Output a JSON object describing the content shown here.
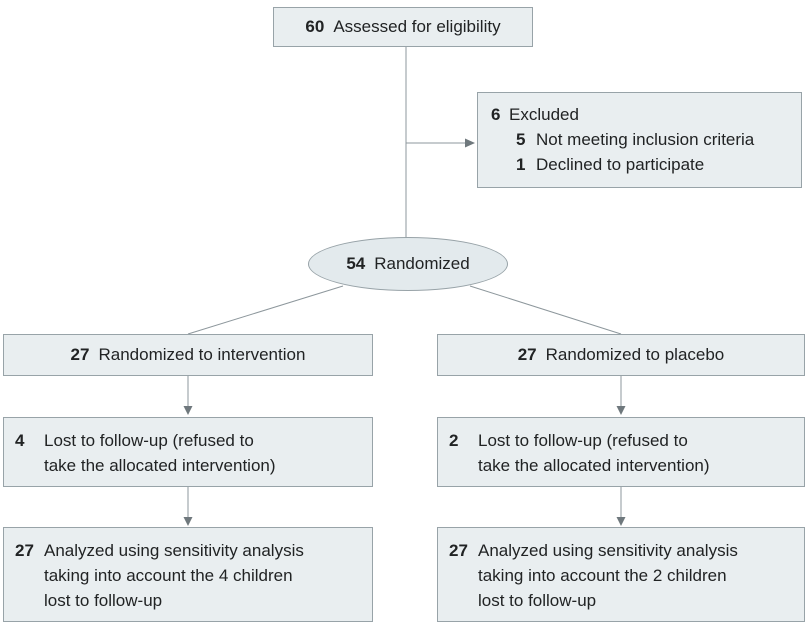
{
  "colors": {
    "box_fill": "#e9eef0",
    "ellipse_fill": "#e3eaed",
    "box_border": "#98a3a8",
    "connector_line": "#8d979c",
    "arrowhead": "#6f787d",
    "text": "#212324"
  },
  "nodes": {
    "assessed": {
      "num": "60",
      "label": "Assessed for eligibility"
    },
    "excluded": {
      "num": "6",
      "label": "Excluded",
      "reasons": [
        {
          "num": "5",
          "label": "Not meeting inclusion criteria"
        },
        {
          "num": "1",
          "label": "Declined to participate"
        }
      ]
    },
    "randomized": {
      "num": "54",
      "label": "Randomized"
    },
    "intervention": {
      "allocated": {
        "num": "27",
        "label": "Randomized to intervention"
      },
      "lost": {
        "num": "4",
        "lines": [
          "Lost to follow-up (refused to",
          "take the allocated intervention)"
        ]
      },
      "analyzed": {
        "num": "27",
        "lines": [
          "Analyzed using sensitivity analysis",
          "taking into account the 4 children",
          "lost to follow-up"
        ]
      }
    },
    "placebo": {
      "allocated": {
        "num": "27",
        "label": "Randomized to placebo"
      },
      "lost": {
        "num": "2",
        "lines": [
          "Lost to follow-up (refused to",
          "take the allocated intervention)"
        ]
      },
      "analyzed": {
        "num": "27",
        "lines": [
          "Analyzed using sensitivity analysis",
          "taking into account the 2 children",
          "lost to follow-up"
        ]
      }
    }
  }
}
